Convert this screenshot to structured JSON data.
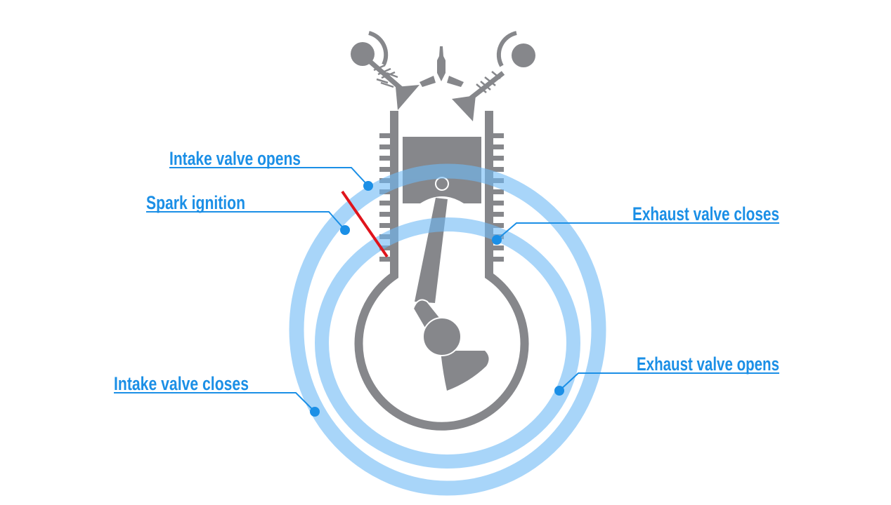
{
  "diagram": {
    "labels": {
      "intake_valve_opens": "Intake valve opens",
      "spark_ignition": "Spark ignition",
      "exhaust_valve_closes": "Exhaust valve closes",
      "exhaust_valve_opens": "Exhaust valve opens",
      "intake_valve_closes": "Intake valve closes"
    },
    "colors": {
      "label_blue": "#1b8fe6",
      "ring_blue": "#6fbaf6",
      "engine_gray": "#86878b",
      "spark_red": "#e0141c"
    }
  }
}
